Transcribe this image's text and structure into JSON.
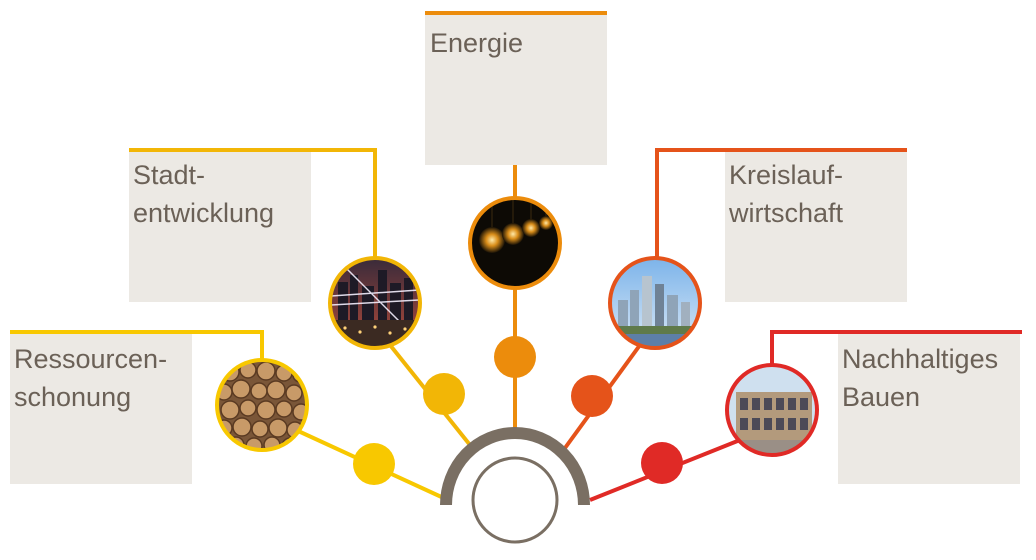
{
  "colors": {
    "box_fill": "#ece9e4",
    "text": "#6b6157",
    "hub": "#7a6f63",
    "yellow": "#f8c800",
    "amber": "#f2ae07",
    "orange": "#ec8c0c",
    "deep_orange": "#e5531a",
    "red": "#e02a26"
  },
  "topics": [
    {
      "id": "ressourcen",
      "lines": [
        "Ressourcen-",
        "schonung"
      ],
      "color": "#f8c800",
      "image": "stacked-logs"
    },
    {
      "id": "stadt",
      "lines": [
        "Stadt-",
        "entwicklung"
      ],
      "color": "#f2b606",
      "image": "city-night-lights"
    },
    {
      "id": "energie",
      "lines": [
        "Energie"
      ],
      "color": "#ec8c0c",
      "image": "light-bulbs"
    },
    {
      "id": "kreislauf",
      "lines": [
        "Kreislauf-",
        "wirtschaft"
      ],
      "color": "#e5531a",
      "image": "city-skyline"
    },
    {
      "id": "bauen",
      "lines": [
        "Nachhaltiges",
        "Bauen"
      ],
      "color": "#e02a26",
      "image": "timber-building"
    }
  ]
}
